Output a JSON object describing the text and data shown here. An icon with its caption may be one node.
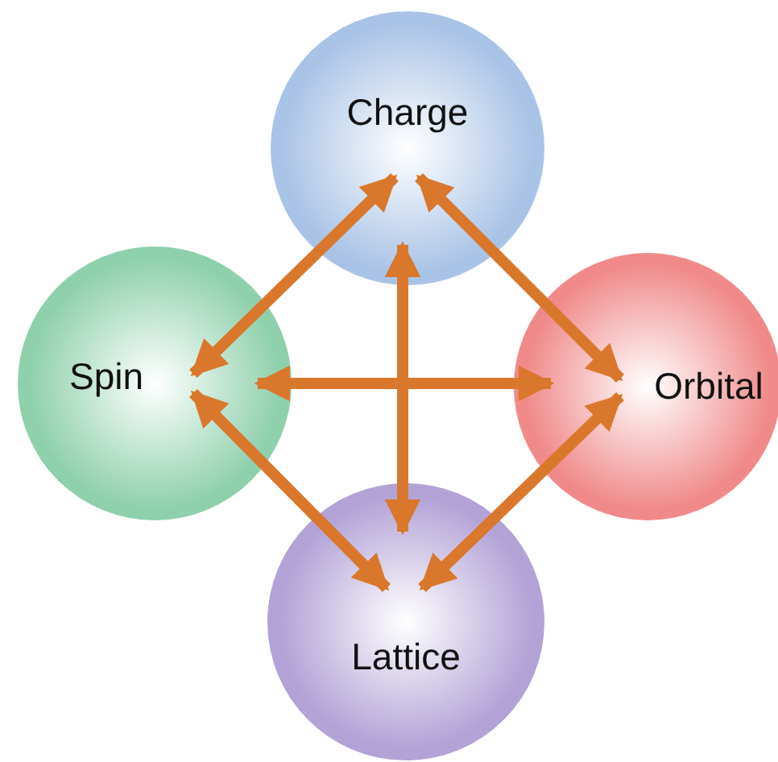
{
  "diagram": {
    "nodes": [
      {
        "text": [
          "Charge"
        ]
      },
      {
        "text": [
          "Spin"
        ]
      },
      {
        "text": [
          "Orbital"
        ]
      },
      {
        "text": [
          "Lattice"
        ]
      }
    ],
    "edges": [
      {
        "from": 0,
        "to": 1,
        "arrow": "both"
      },
      {
        "from": 0,
        "to": 2,
        "arrow": "both"
      },
      {
        "from": 1,
        "to": 3,
        "arrow": "both"
      },
      {
        "from": 2,
        "to": 3,
        "arrow": "both"
      },
      {
        "from": 0,
        "to": 3,
        "arrow": "both"
      },
      {
        "from": 1,
        "to": 2,
        "arrow": "both"
      }
    ]
  }
}
